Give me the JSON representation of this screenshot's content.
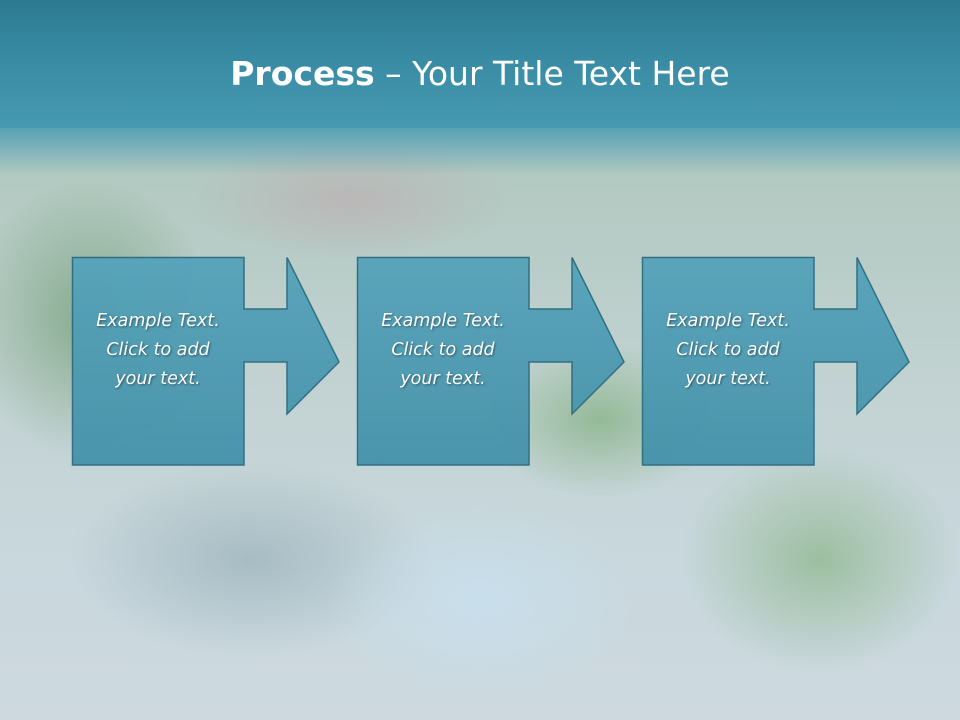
{
  "slide": {
    "title_bold": "Process",
    "title_rest": " – Your Title Text Here"
  },
  "steps": [
    {
      "line1": "Example Text.",
      "line2": "Click  to add",
      "line3": "your text."
    },
    {
      "line1": "Example Text.",
      "line2": "Click  to add",
      "line3": "your text."
    },
    {
      "line1": "Example Text.",
      "line2": "Click  to add",
      "line3": "your text."
    }
  ],
  "colors": {
    "header": "#2f7f97",
    "box_fill": "#4a9ab2",
    "box_stroke": "#2b6b80",
    "text": "#ffffff"
  },
  "icons": [
    "right-arrow-icon"
  ]
}
